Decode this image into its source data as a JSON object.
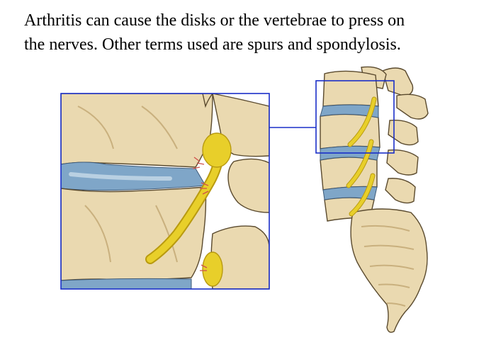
{
  "caption": {
    "line1": "Arthritis can cause the disks or the vertebrae to press on",
    "line2": "the nerves. Other terms used are spurs and spondylosis."
  },
  "colors": {
    "bone": "#ead9b0",
    "bone_shade": "#c9b07e",
    "bone_outline": "#5a4a2e",
    "disk": "#7fa6c8",
    "disk_light": "#b9d0e2",
    "nerve": "#e8cf2a",
    "nerve_shade": "#b89a10",
    "inflammation": "#d0504a",
    "frame": "#1a2fc8"
  },
  "icons": {
    "detail_view": "magnified-spine-detail",
    "overview": "lumbar-spine-sacrum"
  }
}
